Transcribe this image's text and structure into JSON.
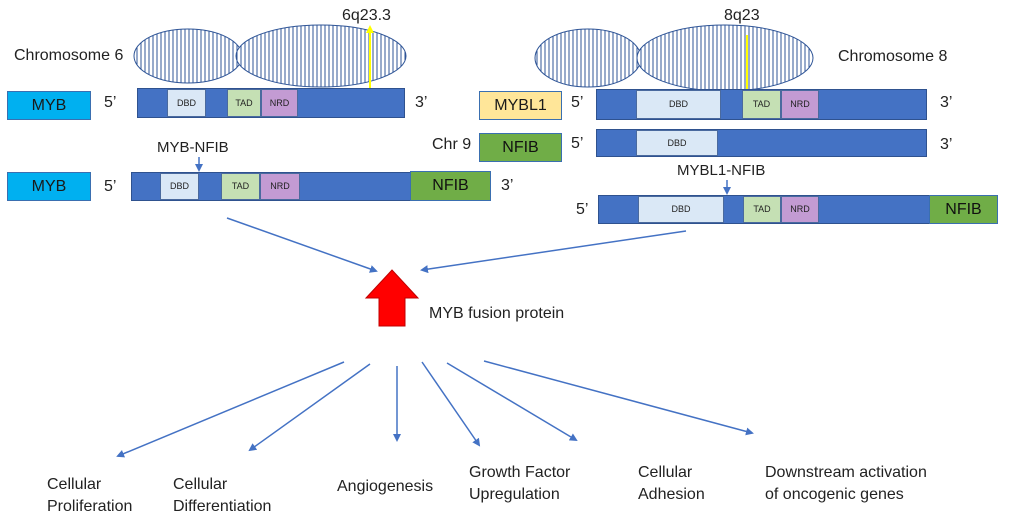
{
  "top": {
    "chr6_label": "Chromosome 6",
    "chr8_label": "Chromosome 8",
    "chr6_band": "6q23.3",
    "chr8_band": "8q23",
    "chr9_label": "Chr 9"
  },
  "genes": {
    "myb": "MYB",
    "mybl1": "MYBL1",
    "nfib": "NFIB"
  },
  "ends": {
    "five": "5’",
    "three": "3’"
  },
  "domains": {
    "dbd": "DBD",
    "tad": "TAD",
    "nrd": "NRD"
  },
  "fusions": {
    "myb_nfib": "MYB-NFIB",
    "mybl1_nfib": "MYBL1-NFIB"
  },
  "center": {
    "fusion_protein": "MYB fusion protein"
  },
  "outcomes": [
    {
      "line1": "Cellular",
      "line2": "Proliferation"
    },
    {
      "line1": "Cellular",
      "line2": "Differentiation"
    },
    {
      "line1": "Angiogenesis",
      "line2": ""
    },
    {
      "line1": "Growth Factor",
      "line2": "Upregulation"
    },
    {
      "line1": "Cellular",
      "line2": "Adhesion"
    },
    {
      "line1": "Downstream activation",
      "line2": "of oncogenic genes"
    }
  ],
  "colors": {
    "bar": "#4472c4",
    "myb_box": "#00b0f0",
    "mybl1_box": "#ffe699",
    "nfib_box": "#70ad47",
    "dbd": "#dae8f6",
    "tad": "#c5e0b4",
    "nrd": "#c39bd3",
    "arrow": "#4472c4",
    "fusion_arrow": "#ff0000",
    "breakpoint": "#ffff00"
  }
}
